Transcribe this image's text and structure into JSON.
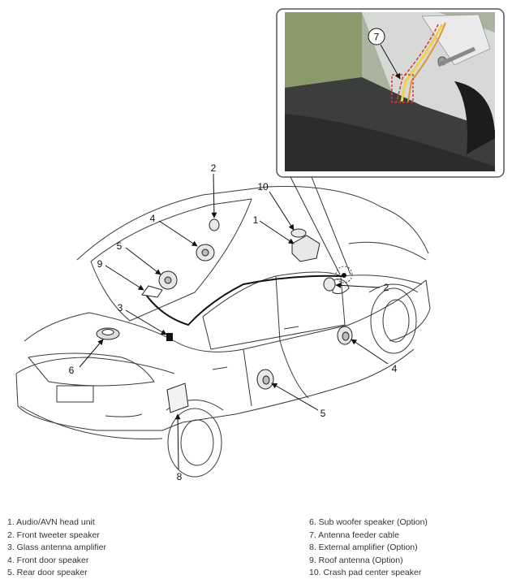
{
  "callouts": {
    "c1": "1",
    "c2a": "2",
    "c2b": "2",
    "c3": "3",
    "c4a": "4",
    "c4b": "4",
    "c5a": "5",
    "c5b": "5",
    "c6": "6",
    "c7": "7",
    "c8": "8",
    "c9": "9",
    "c10": "10"
  },
  "legend": {
    "left": [
      "1. Audio/AVN head unit",
      "2. Front tweeter speaker",
      "3. Glass antenna amplifier",
      "4. Front door speaker",
      "5. Rear door speaker"
    ],
    "right": [
      "6. Sub woofer speaker (Option)",
      "7. Antenna feeder cable",
      "8. External amplifier (Option)",
      "9. Roof antenna (Option)",
      "10. Crash pad center speaker"
    ]
  },
  "colors": {
    "inset_bg": "#8a9a6a",
    "cable_red": "#d83a3a",
    "cable_yellow": "#e8d64a"
  }
}
